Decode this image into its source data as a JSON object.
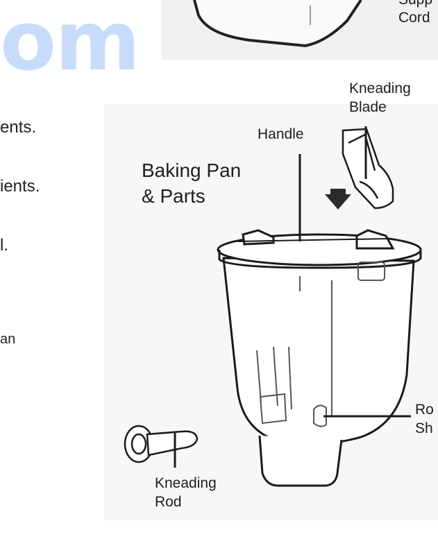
{
  "watermark": {
    "text": "om"
  },
  "left_fragments": [
    "ents.",
    "ients.",
    "l.",
    "an"
  ],
  "labels": {
    "top_right_line1": "Supp",
    "top_right_line2": "Cord",
    "kneading_blade_line1": "Kneading",
    "kneading_blade_line2": "Blade",
    "handle": "Handle",
    "title_line1": "Baking Pan",
    "title_line2": "& Parts",
    "rotating_shaft_line1": "Ro",
    "rotating_shaft_line2": "Sh",
    "kneading_rod_line1": "Kneading",
    "kneading_rod_line2": "Rod"
  },
  "colors": {
    "watermark": "#c6dcfa",
    "line": "#1a1a1a"
  }
}
